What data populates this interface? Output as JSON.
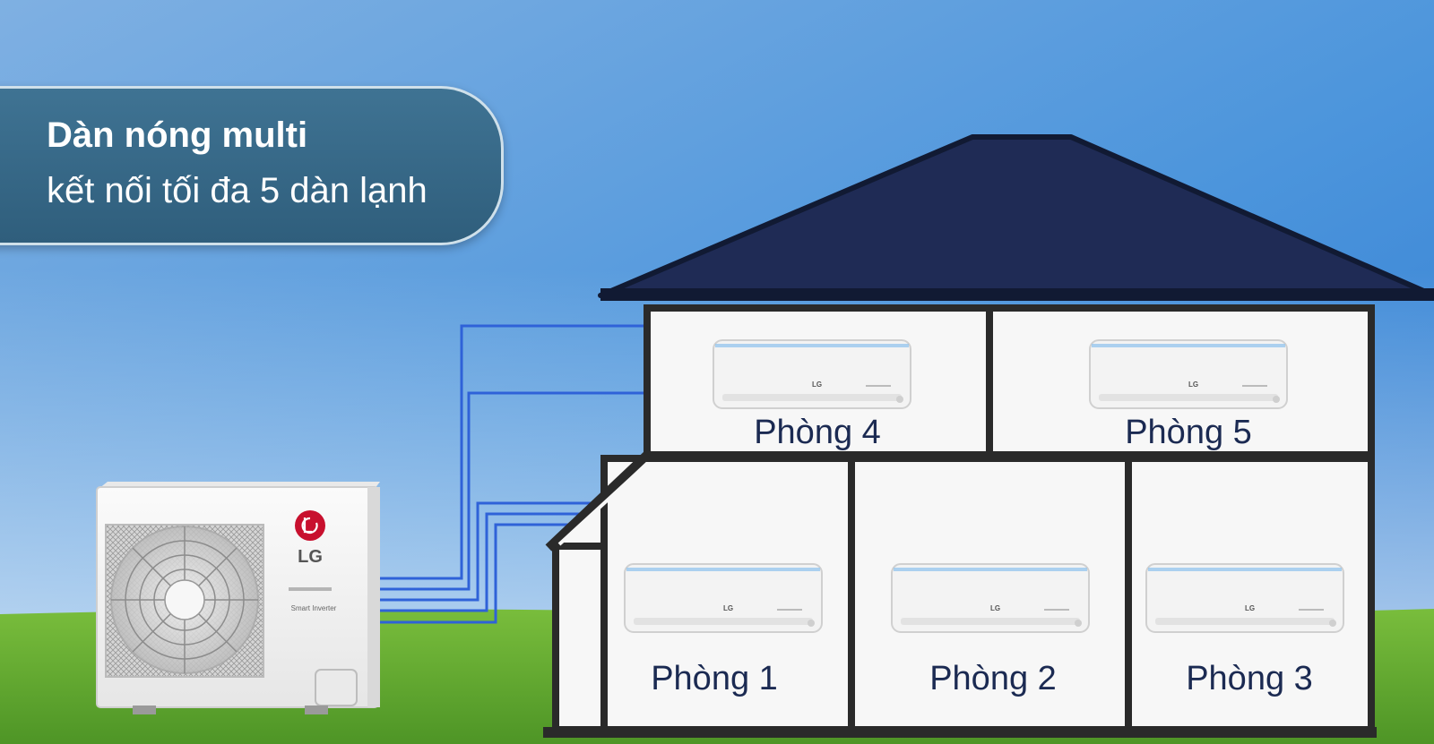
{
  "banner": {
    "title": "Dàn nóng multi",
    "subtitle": "kết nối tối đa 5 dàn lạnh"
  },
  "outdoor_unit": {
    "brand": "LG",
    "model_text": "Smart Inverter"
  },
  "rooms": [
    {
      "label": "Phòng 1"
    },
    {
      "label": "Phòng 2"
    },
    {
      "label": "Phòng 3"
    },
    {
      "label": "Phòng 4"
    },
    {
      "label": "Phòng 5"
    }
  ],
  "indoor_unit": {
    "brand": "LG"
  },
  "colors": {
    "sky_top": "#3f8ad6",
    "sky_bottom": "#b7d3ea",
    "grass": "#5fa82d",
    "roof": "#1f2b55",
    "house_outline": "#2a2a2a",
    "pipe": "#2f62d8",
    "lg_red": "#c8102e",
    "label_navy": "#1b2a52"
  }
}
